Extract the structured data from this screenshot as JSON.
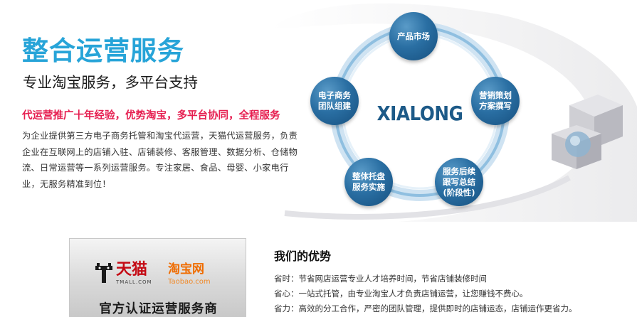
{
  "hero": {
    "heading": "整合运营服务",
    "subheading": "专业淘宝服务，多平台支持",
    "highlight": "代运营推广十年经验，优势淘宝，多平台协同，全程服务",
    "intro": "为企业提供第三方电子商务托管和淘宝代运营，天猫代运营服务，负责企业在互联网上的店铺入驻、店铺装修、客服管理、数据分析、仓储物流、日常运营等一系列运营服务。专注家居、食品、母婴、小家电行业，无服务精准到位！"
  },
  "cycle": {
    "center": "XIALONG",
    "nodes": {
      "market": "产品市场",
      "plan": "营销策划\n方案撰写",
      "after": "服务后续\n跟写总结\n(阶段性)",
      "impl": "整体托盘\n服务实施",
      "team": "电子商务\n团队组建"
    },
    "colors": {
      "node": "#2a6fa3",
      "ring": "#a9cde8"
    }
  },
  "badge": {
    "tmall_cn": "天猫",
    "tmall_en": "TMALL.COM",
    "taobao_cn": "淘宝网",
    "taobao_en": "Taobao.com",
    "title": "官方认证运营服务商"
  },
  "advantages": {
    "title": "我们的优势",
    "items": [
      "省时：节省网店运营专业人才培养时间，节省店铺装修时间",
      "省心：一站式托管，由专业淘宝人才负责店铺运营，让您赚钱不费心。",
      "省力：高效的分工合作，严密的团队管理，提供即时的店铺运态，店铺运作更省力。"
    ]
  },
  "colors": {
    "heading": "#27a4d8",
    "highlight": "#e61e50",
    "tmall": "#c40a14",
    "taobao": "#ef6c00"
  }
}
